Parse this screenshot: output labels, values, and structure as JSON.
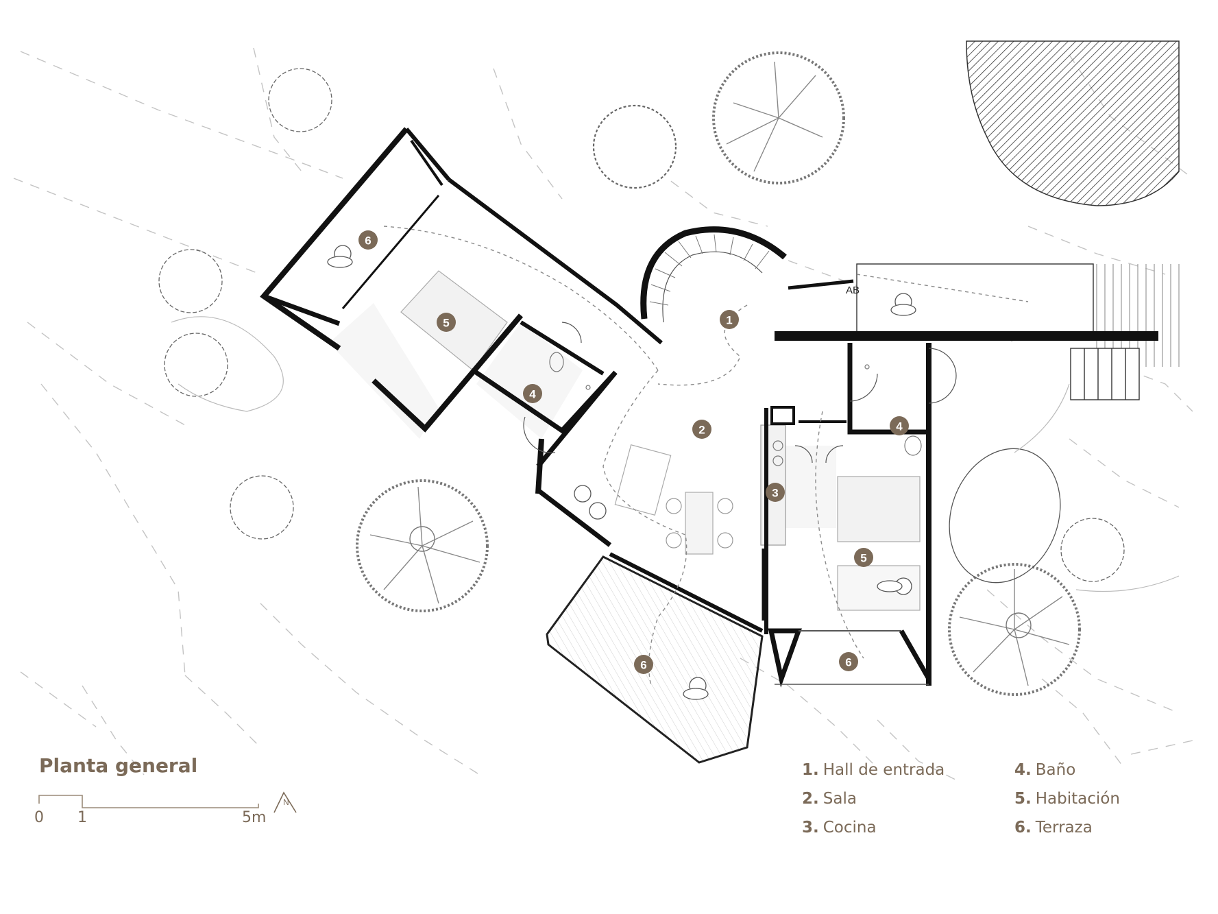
{
  "title": "Planta general",
  "scale": {
    "labels": [
      "0",
      "1",
      "5m"
    ]
  },
  "north": {
    "letter": "N"
  },
  "misc": {
    "tag_ab": "AB"
  },
  "room_markers": [
    "1",
    "2",
    "3",
    "4",
    "5",
    "6"
  ],
  "legend": [
    {
      "num": "1.",
      "label": "Hall de entrada"
    },
    {
      "num": "2.",
      "label": "Sala"
    },
    {
      "num": "3.",
      "label": "Cocina"
    },
    {
      "num": "4.",
      "label": "Baño"
    },
    {
      "num": "5.",
      "label": "Habitación"
    },
    {
      "num": "6.",
      "label": "Terraza"
    }
  ],
  "colors": {
    "accent": "#7b6a58",
    "wall": "#111111",
    "tree_line": "#777777",
    "contour": "#bdbdbd"
  }
}
